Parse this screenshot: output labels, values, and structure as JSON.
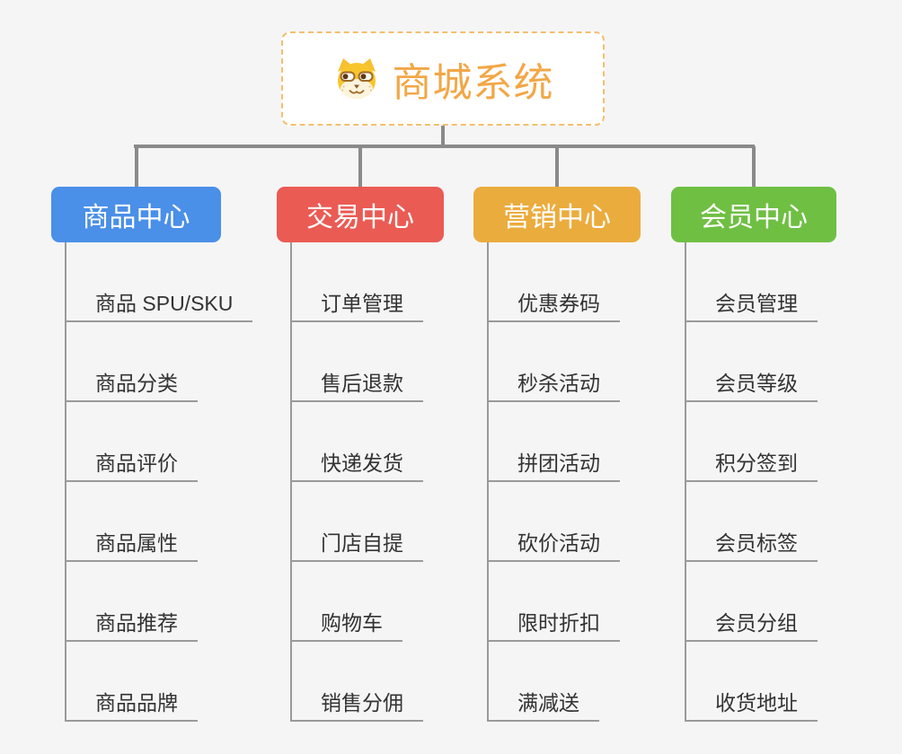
{
  "background": "#f5f5f6",
  "connector_color": "#8a8a8a",
  "leaf_line_color": "#9a9a9a",
  "leaf_text_color": "#333333",
  "root": {
    "title": "商城系统",
    "icon": "doge-icon",
    "accent_color": "#F2A747",
    "border_color": "#F3BF6E"
  },
  "branches": [
    {
      "label": "商品中心",
      "color": "#4A8FE8",
      "children": [
        "商品 SPU/SKU",
        "商品分类",
        "商品评价",
        "商品属性",
        "商品推荐",
        "商品品牌"
      ]
    },
    {
      "label": "交易中心",
      "color": "#EA5B54",
      "children": [
        "订单管理",
        "售后退款",
        "快递发货",
        "门店自提",
        "购物车",
        "销售分佣"
      ]
    },
    {
      "label": "营销中心",
      "color": "#EBAC3E",
      "children": [
        "优惠券码",
        "秒杀活动",
        "拼团活动",
        "砍价活动",
        "限时折扣",
        "满减送"
      ]
    },
    {
      "label": "会员中心",
      "color": "#6FBF43",
      "children": [
        "会员管理",
        "会员等级",
        "积分签到",
        "会员标签",
        "会员分组",
        "收货地址"
      ]
    }
  ]
}
